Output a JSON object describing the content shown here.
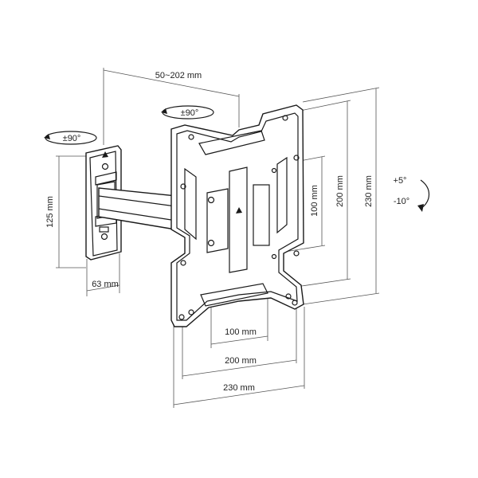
{
  "labels": {
    "arm_extension": "50~202 mm",
    "plate_swivel": "±90°",
    "wall_swivel": "±90°",
    "tilt_up": "+5°",
    "tilt_down": "-10°",
    "wall_plate_height": "125 mm",
    "wall_plate_width": "63 mm",
    "vesa_v_100": "100 mm",
    "vesa_v_200": "200 mm",
    "plate_height": "230 mm",
    "vesa_h_100": "100 mm",
    "vesa_h_200": "200 mm",
    "plate_width": "230 mm"
  }
}
